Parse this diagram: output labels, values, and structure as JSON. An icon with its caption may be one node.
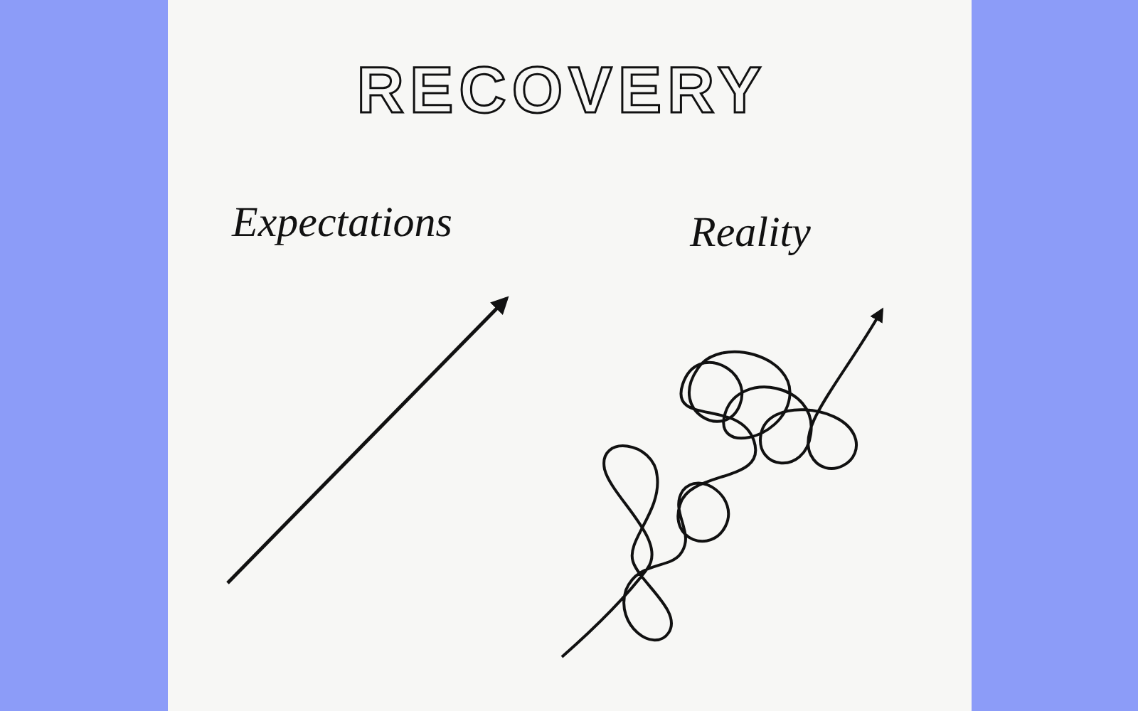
{
  "diagram": {
    "title": "RECOVERY",
    "labels": [
      "Expectations",
      "Reality"
    ]
  }
}
